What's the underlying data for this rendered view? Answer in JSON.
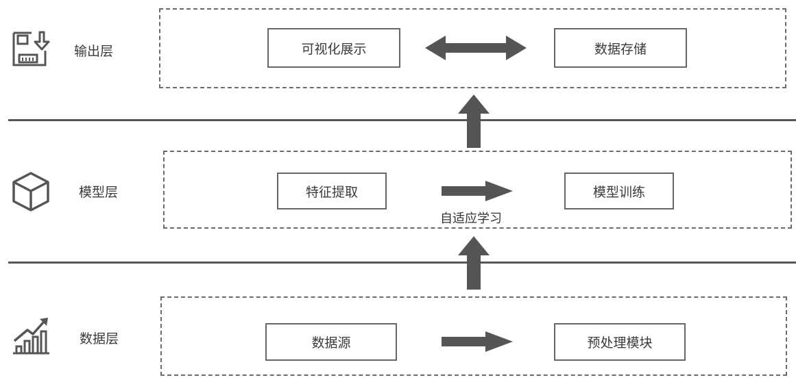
{
  "layers": {
    "output": {
      "label": "输出层",
      "icon": "floppy-disk-download-icon",
      "nodes": [
        "可视化展示",
        "数据存储"
      ]
    },
    "model": {
      "label": "模型层",
      "icon": "cube-icon",
      "nodes": [
        "特征提取",
        "模型训练"
      ],
      "annotation": "自适应学习"
    },
    "data": {
      "label": "数据层",
      "icon": "bar-chart-growth-icon",
      "nodes": [
        "数据源",
        "预处理模块"
      ]
    }
  },
  "colors": {
    "arrow": "#555555",
    "line": "#555555",
    "dash": "#6a6a6a",
    "node_border": "#666666"
  }
}
